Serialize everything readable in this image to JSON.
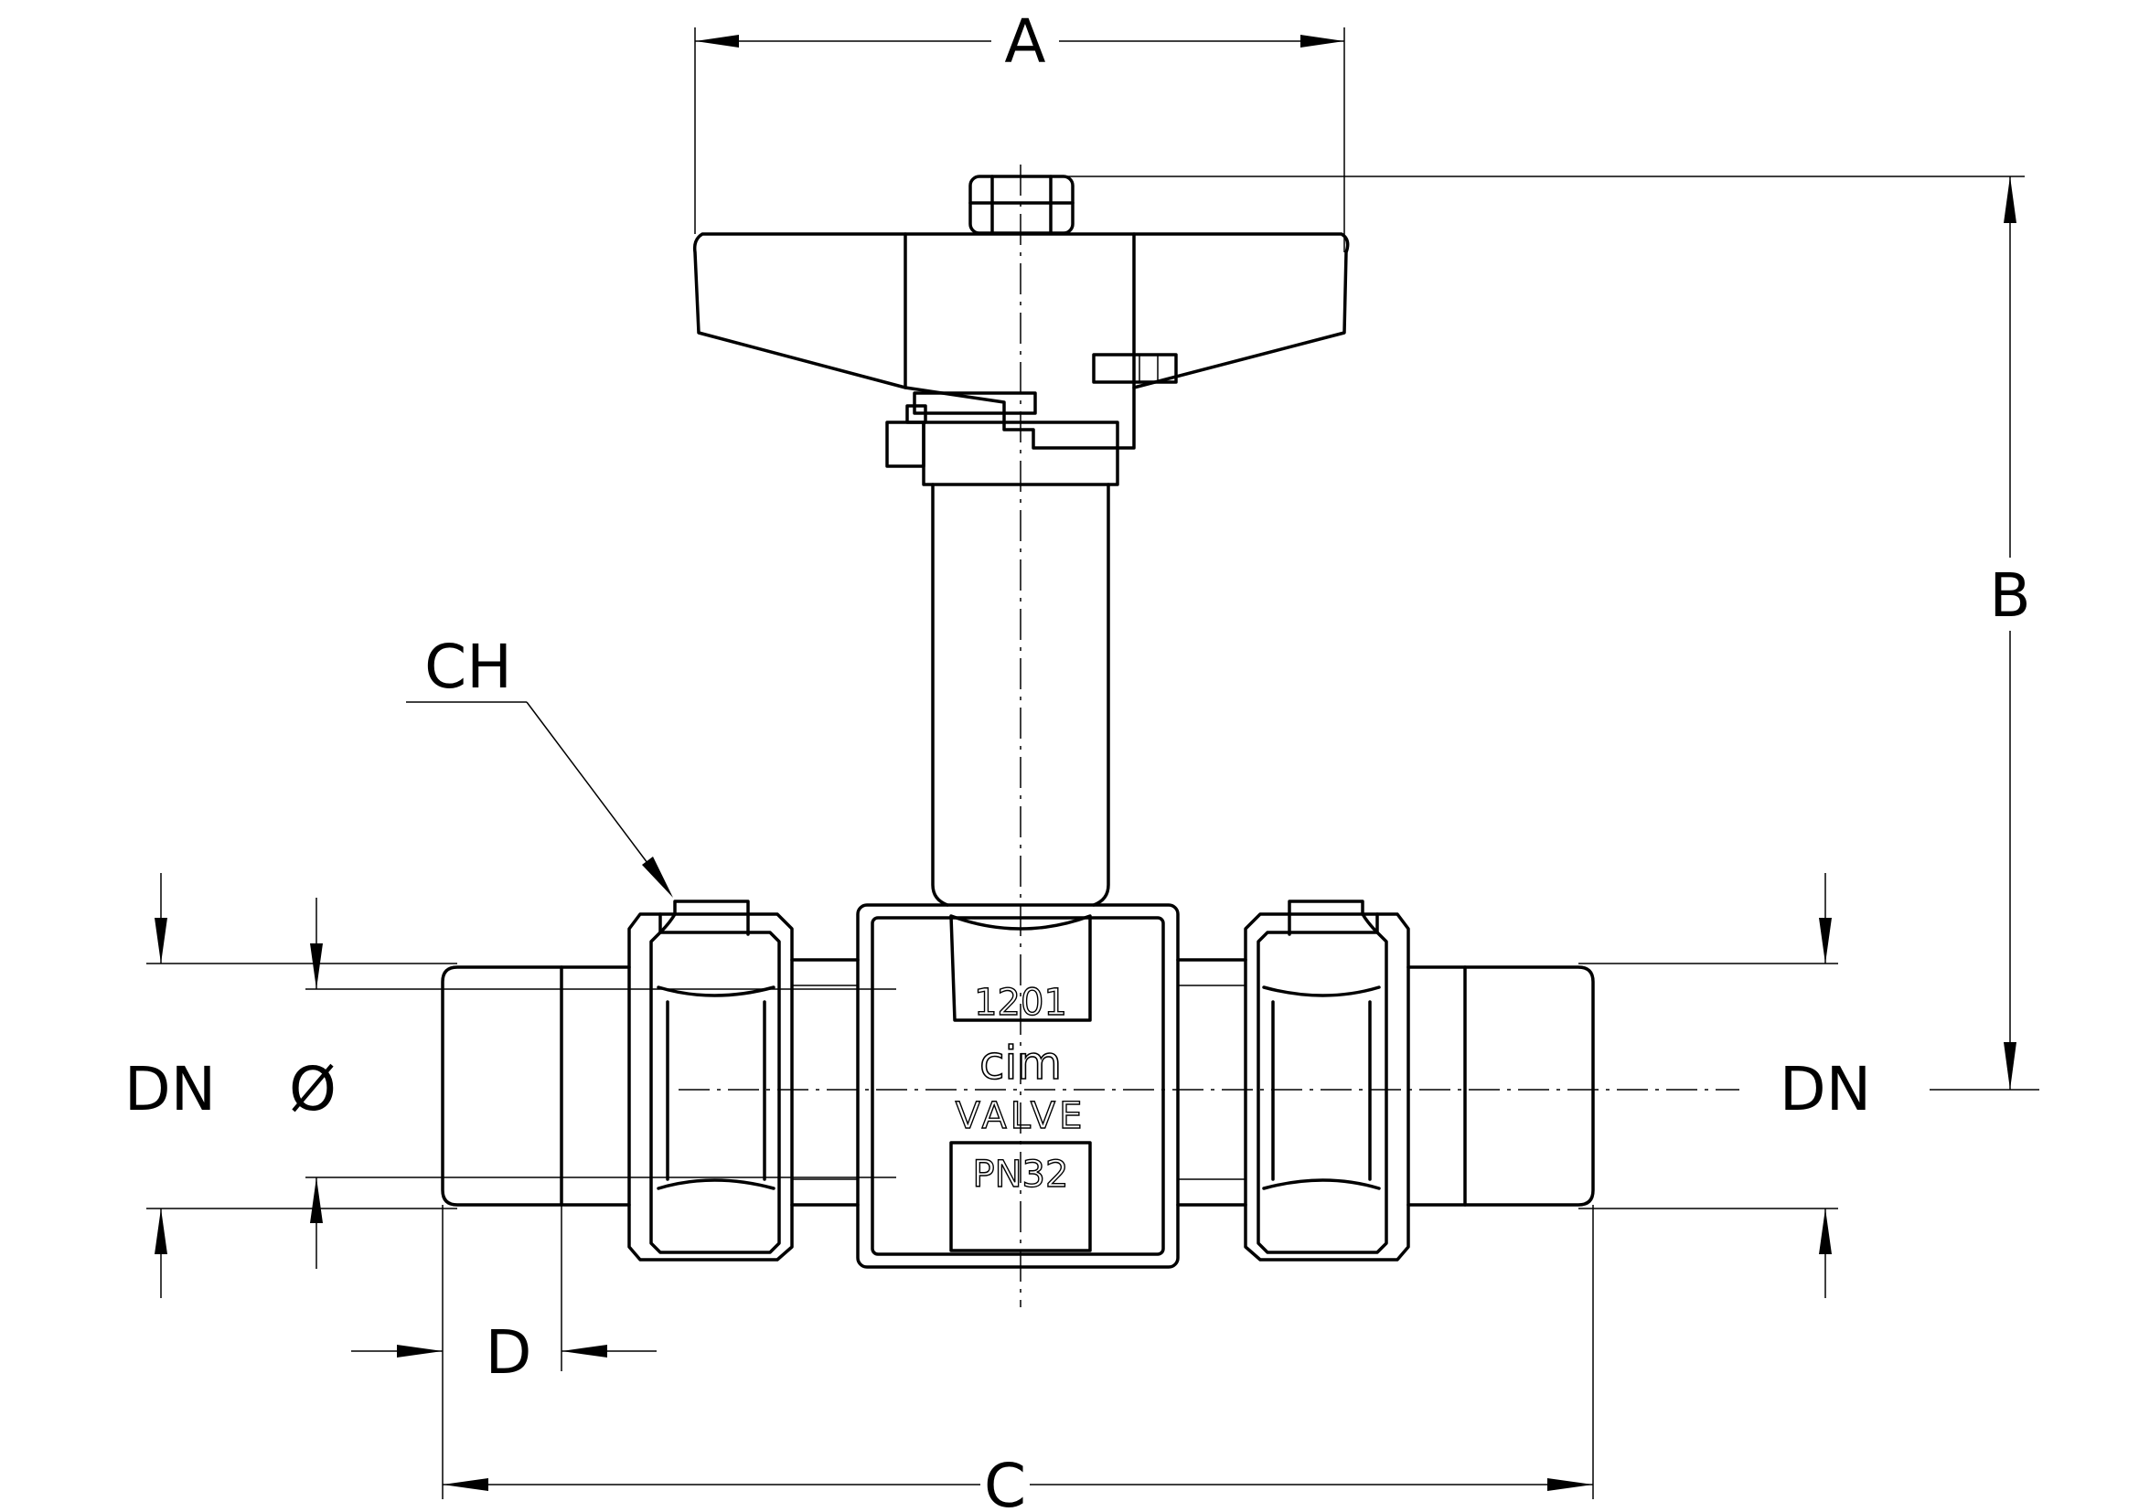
{
  "dimensions": {
    "a": "A",
    "b": "B",
    "c": "C",
    "ch": "CH",
    "d": "D",
    "dn_left": "DN",
    "dn_right": "DN",
    "diameter": "Ø"
  },
  "body_marking": {
    "code": "1201",
    "brand": "cim",
    "word": "VALVE",
    "pressure": "PN32"
  }
}
